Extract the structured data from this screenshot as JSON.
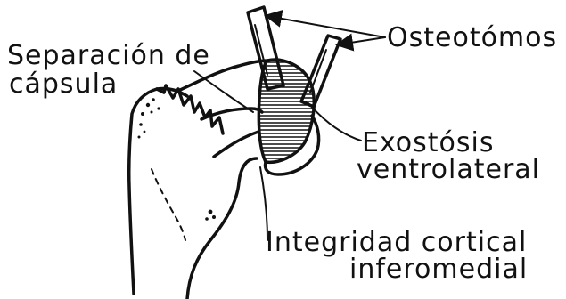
{
  "labels": {
    "osteotomes": "Osteotómos",
    "capsule_line1": "Separación de",
    "capsule_line2": "cápsula",
    "exostosis_line1": "Exostósis",
    "exostosis_line2": "ventrolateral",
    "cortical_line1": "Integridad cortical",
    "cortical_line2": "inferomedial"
  },
  "colors": {
    "ink": "#111111",
    "background": "#ffffff"
  }
}
